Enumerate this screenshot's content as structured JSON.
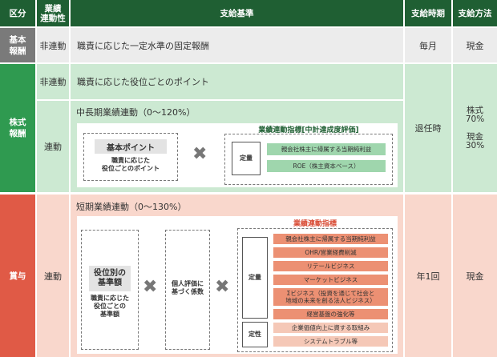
{
  "header": {
    "col_category": "区分",
    "col_linkage": "業績\n連動性",
    "col_criteria": "支給基準",
    "col_timing": "支給時期",
    "col_method": "支給方法"
  },
  "base": {
    "label": "基本\n報酬",
    "linkage": "非連動",
    "criteria": "職責に応じた一定水準の固定報酬",
    "timing": "毎月",
    "method": "現金"
  },
  "stock": {
    "label": "株式\n報酬",
    "nonlinked": {
      "linkage": "非連動",
      "criteria": "職責に応じた役位ごとのポイント"
    },
    "linked": {
      "linkage": "連動",
      "title": "中長期業績連動（0〜120%）",
      "base_point_title": "基本ポイント",
      "base_point_desc": "職責に応じた\n役位ごとのポイント",
      "indicator_title": "業績連動指標[中計達成度評価]",
      "quant_label": "定量",
      "indicators": [
        "親会社株主に帰属する当期純利益",
        "ROE（株主資本ベース）"
      ]
    },
    "timing": "退任時",
    "method": "株式\n70%\n\n現金\n30%"
  },
  "bonus": {
    "label": "賞与",
    "linkage": "連動",
    "title": "短期業績連動（0〜130%）",
    "base_amount_title": "役位別の\n基準額",
    "base_amount_desc": "職責に応じた\n役位ごとの\n基準額",
    "individual": "個人評価に\n基づく係数",
    "indicator_title": "業績連動指標",
    "quant_label": "定量",
    "qual_label": "定性",
    "quant_indicators": [
      "親会社株主に帰属する当期純利益",
      "OHR/営業経費削減",
      "リテールビジネス",
      "マーケットビジネス",
      "Σビジネス（投資を通じて社会と\n地域の未来を創る法人ビジネス）",
      "経営基盤の強化等"
    ],
    "qual_indicators": [
      "企業価値向上に資する取組み",
      "システムトラブル等"
    ],
    "timing": "年1回",
    "method": "現金"
  },
  "symbols": {
    "cross": "✖"
  },
  "colors": {
    "header": "#1f5f33",
    "stock_label": "#2f9a50",
    "bonus_label": "#e05a46",
    "stock_bg": "#cce9d2",
    "bonus_bg": "#f9d7cc"
  }
}
